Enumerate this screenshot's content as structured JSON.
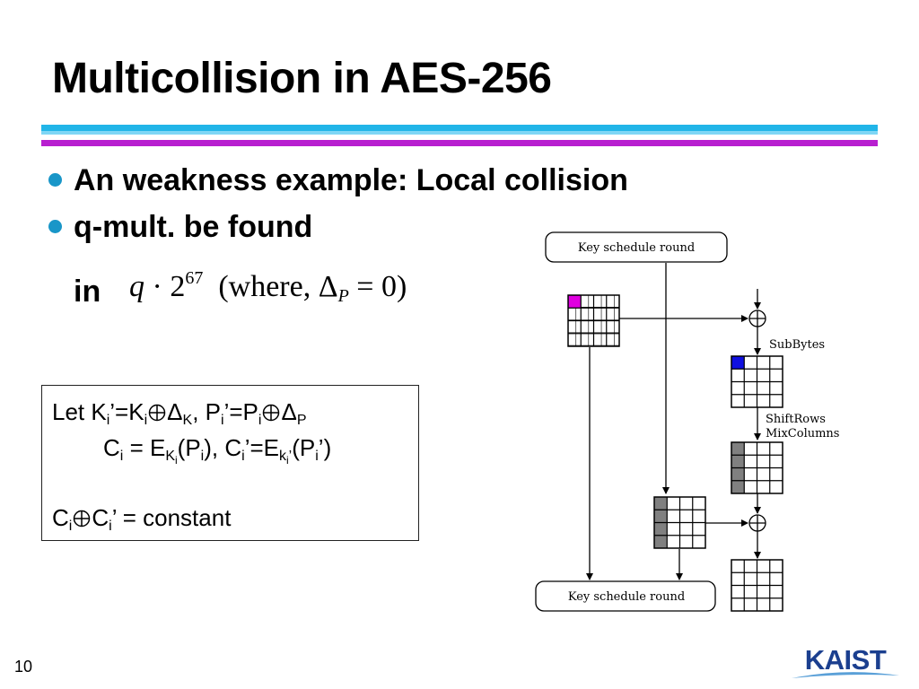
{
  "slide": {
    "title": "Multicollision in AES-256",
    "page_number": "10"
  },
  "bullets": [
    "An weakness example: Local collision",
    "q-mult. be found"
  ],
  "formula": {
    "prefix": "in",
    "q": "q",
    "dot": "·",
    "base": "2",
    "exponent": "67",
    "where": "(where, Δ",
    "sub_p": "P",
    "tail": "= 0)"
  },
  "box": {
    "l1_a": "Let K",
    "l1_b": "i",
    "l1_c": "’=K",
    "l1_d": "i",
    "l1_e": "Δ",
    "l1_f": "K",
    "l1_g": ", P",
    "l1_h": "i",
    "l1_i": "’=P",
    "l1_j": "i",
    "l1_k": "Δ",
    "l1_l": "P",
    "l2_a": "C",
    "l2_b": "i",
    "l2_c": " = E",
    "l2_d": "K",
    "l2_e": "i",
    "l2_f": "(P",
    "l2_g": "i",
    "l2_h": "), C",
    "l2_i": "i",
    "l2_j": "’=E",
    "l2_k": "k",
    "l2_l": "i",
    "l2_m": "’",
    "l2_n": "(P",
    "l2_o": "i",
    "l2_p": "’)",
    "l3_a": "C",
    "l3_b": "i",
    "l3_c": "C",
    "l3_d": "i",
    "l3_e": "’ = constant"
  },
  "diagram": {
    "key_round_top": "Key schedule round",
    "key_round_bottom": "Key schedule round",
    "subbytes": "SubBytes",
    "shiftrows": "ShiftRows",
    "mixcolumns": "MixColumns"
  },
  "logo": {
    "text": "KAIST"
  },
  "colors": {
    "accent_cyan": "#21b5e8",
    "accent_magenta": "#b81fd0",
    "bullet": "#1996c8",
    "cell_magenta": "#e000e0",
    "cell_blue": "#1010e0",
    "column_gray": "#808080",
    "logo_blue": "#1b3f8f"
  }
}
